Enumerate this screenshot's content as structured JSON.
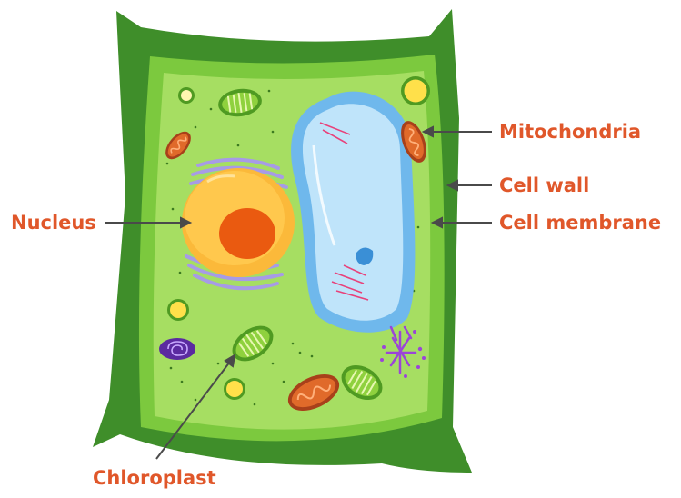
{
  "labels": {
    "mitochondria": "Mitochondria",
    "cell_wall": "Cell wall",
    "cell_membrane": "Cell membrane",
    "nucleus": "Nucleus",
    "chloroplast": "Chloroplast"
  },
  "colors": {
    "label_text": "#e0572a",
    "leader_line": "#4a4a4a",
    "cell_wall": "#3f8e2a",
    "cell_membrane": "#7cc93e",
    "cytoplasm": "#a6de62",
    "vacuole_fill": "#bfe4fa",
    "vacuole_border": "#6fb8ec",
    "nucleus": "#fbb93a",
    "nucleolus": "#ea5a10",
    "mitochondria": "#d0561e",
    "chloroplast": "#6fbf2f",
    "golgi": "#a79be6"
  }
}
